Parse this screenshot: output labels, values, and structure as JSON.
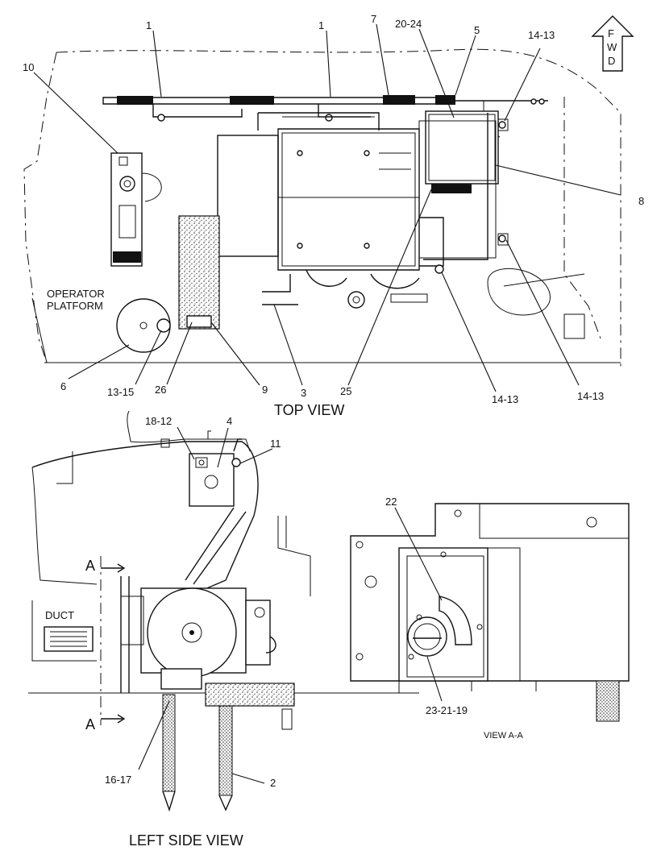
{
  "views": {
    "top": "TOP VIEW",
    "left": "LEFT SIDE VIEW",
    "section": "VIEW A-A"
  },
  "fwd": {
    "letters": [
      "F",
      "W",
      "D"
    ]
  },
  "labels": {
    "operator_platform_1": "OPERATOR",
    "operator_platform_2": "PLATFORM",
    "duct": "DUCT",
    "section_a_top": "A",
    "section_a_bottom": "A"
  },
  "callouts": {
    "c1a": "1",
    "c1b": "1",
    "c7": "7",
    "c20_24": "20-24",
    "c5": "5",
    "c14_13a": "14-13",
    "c10": "10",
    "c8": "8",
    "c6": "6",
    "c13_15": "13-15",
    "c26": "26",
    "c9": "9",
    "c3": "3",
    "c25": "25",
    "c14_13b": "14-13",
    "c14_13c": "14-13",
    "c18_12": "18-12",
    "c4": "4",
    "c11": "11",
    "c22": "22",
    "c23_21_19": "23-21-19",
    "c16_17": "16-17",
    "c2": "2"
  }
}
